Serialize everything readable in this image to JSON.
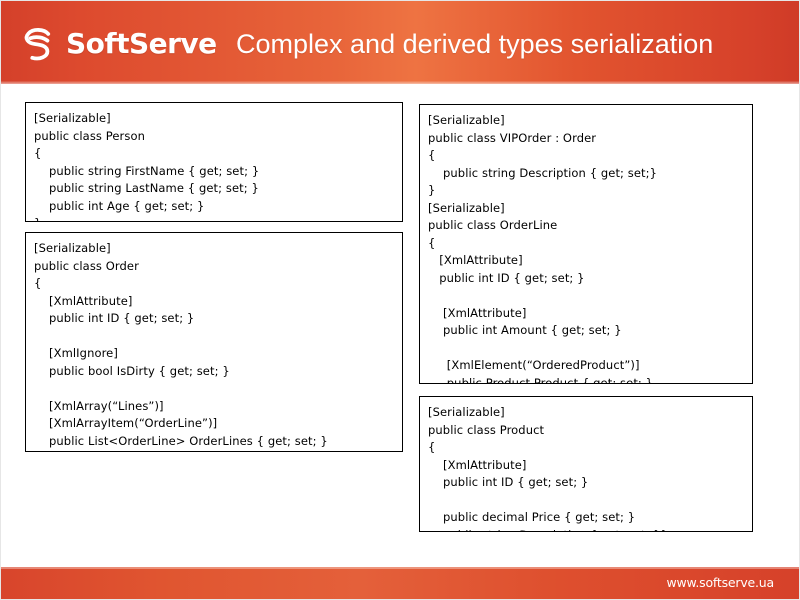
{
  "header": {
    "brand": "SoftServe",
    "logo_icon": "softserve-s-logo",
    "title": "Complex and derived types serialization",
    "background_start": "#d4402a",
    "background_mid": "#ee7342",
    "background_end": "#cf3b27",
    "text_color": "#ffffff"
  },
  "footer": {
    "url": "www.softserve.ua",
    "background_start": "#d8452c",
    "background_end": "#d6412a",
    "text_color": "#ffffff"
  },
  "code_boxes": [
    {
      "id": "person",
      "name": "Person",
      "border_color": "#000000",
      "code": "[Serializable]\npublic class Person\n{\n    public string FirstName { get; set; }\n    public string LastName { get; set; }\n    public int Age { get; set; }\n}"
    },
    {
      "id": "order",
      "name": "Order",
      "border_color": "#000000",
      "code": "[Serializable]\npublic class Order\n{\n    [XmlAttribute]\n    public int ID { get; set; }\n\n    [XmlIgnore]\n    public bool IsDirty { get; set; }\n\n    [XmlArray(“Lines”)]\n    [XmlArrayItem(“OrderLine”)]\n    public List<OrderLine> OrderLines { get; set; }\n}"
    },
    {
      "id": "viporder",
      "name": "VIPOrder / OrderLine",
      "border_color": "#000000",
      "code": "[Serializable]\npublic class VIPOrder : Order\n{\n    public string Description { get; set;}\n}\n[Serializable]\npublic class OrderLine\n{\n   [XmlAttribute]\n   public int ID { get; set; }\n\n    [XmlAttribute]\n    public int Amount { get; set; }\n\n     [XmlElement(“OrderedProduct”)]\n     public Product Product { get; set; }\n}"
    },
    {
      "id": "product",
      "name": "Product",
      "border_color": "#000000",
      "code": "[Serializable]\npublic class Product\n{\n    [XmlAttribute]\n    public int ID { get; set; }\n\n    public decimal Price { get; set; }\n    public string Description { get; set; }}"
    }
  ]
}
